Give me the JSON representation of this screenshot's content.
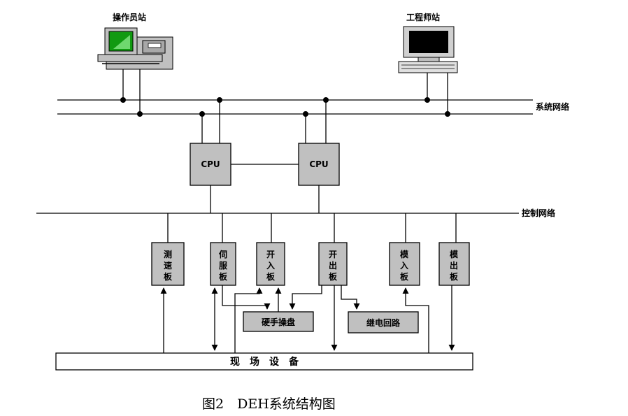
{
  "stations": {
    "operator": "操作员站",
    "engineer": "工程师站"
  },
  "networks": {
    "system": "系统网络",
    "control": "控制网络"
  },
  "cpus": [
    "CPU",
    "CPU"
  ],
  "io_boards": [
    "测速板",
    "伺服板",
    "开入板",
    "开出板",
    "模入板",
    "模出板"
  ],
  "hand_panel": "硬手操盘",
  "relay_loop": "继电回路",
  "field_device": "现　场　设　备",
  "caption": "图2　DEH系统结构图"
}
